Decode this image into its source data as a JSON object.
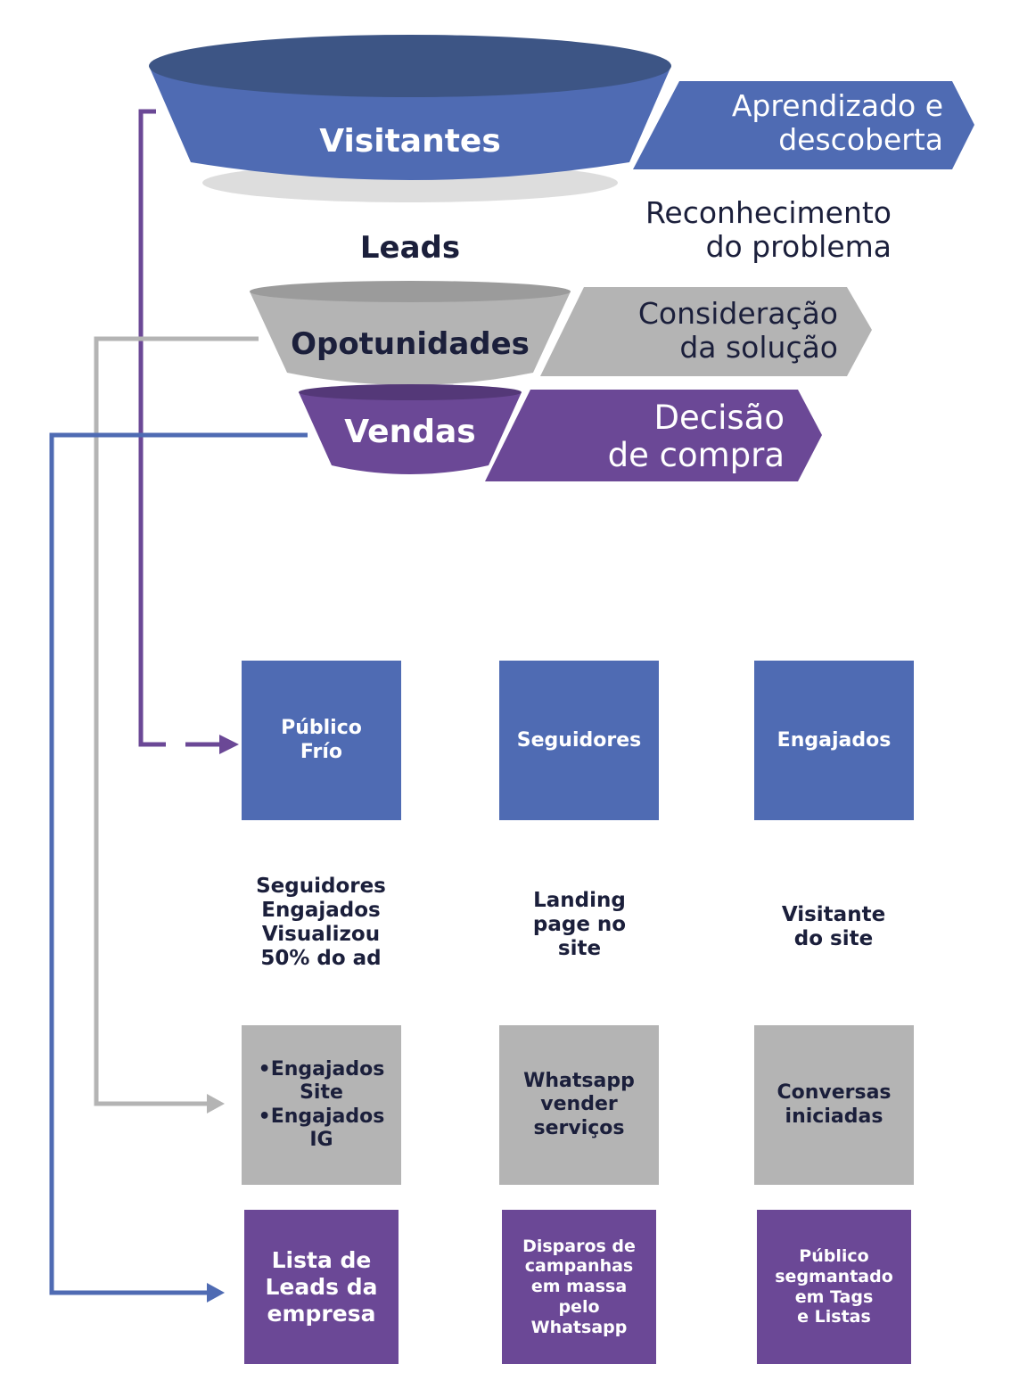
{
  "funnel": {
    "stage1": "Visitantes",
    "stage2": "Leads",
    "stage3": "Opotunidades",
    "stage4": "Vendas"
  },
  "journey": {
    "step1": "Aprendizado e\ndescoberta",
    "step2": "Reconhecimento\ndo problema",
    "step3": "Consideração\nda solução",
    "step4": "Decisão\nde compra"
  },
  "audiences": {
    "row1": [
      "Público\nFrío",
      "Seguidores",
      "Engajados"
    ],
    "row2": [
      "Seguidores\nEngajados\nVisualizou\n50% do ad",
      "Landing\npage no\nsite",
      "Visitante\ndo site"
    ],
    "row3": [
      "•Engajados\nSite\n•Engajados\nIG",
      "Whatsapp\nvender\nserviços",
      "Conversas\niniciadas"
    ],
    "row4": [
      "Lista de\nLeads da\nempresa",
      "Disparos de\ncampanhas\nem massa\npelo\nWhatsapp",
      "Público\nsegmantado\nem Tags\ne Listas"
    ]
  },
  "colors": {
    "blue": "#4f6bb3",
    "darkBlue": "#3d5585",
    "purple": "#6b4896",
    "gray": "#b4b4b4",
    "lightGray": "#dddddd"
  }
}
